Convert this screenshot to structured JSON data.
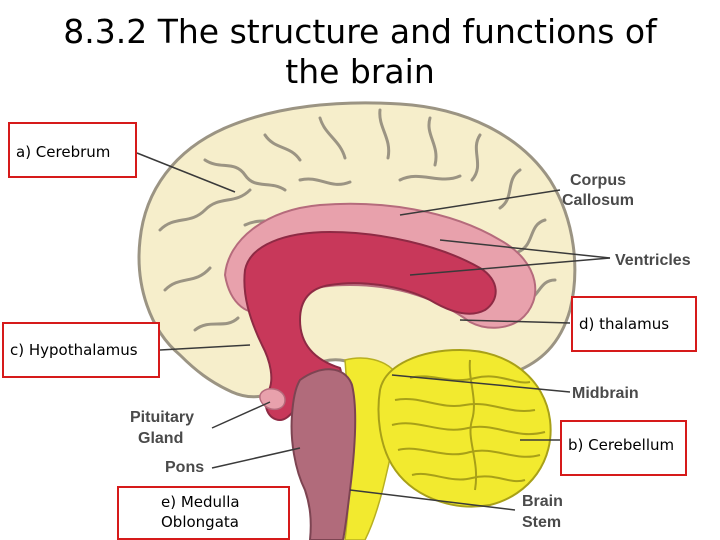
{
  "title": {
    "line1": "8.3.2 The structure and functions of",
    "line2": "the brain"
  },
  "labels": {
    "cerebrum": "a) Cerebrum",
    "cerebellum": "b) Cerebellum",
    "hypothalamus": "c) Hypothalamus",
    "thalamus": "d) thalamus",
    "medulla_line1": "e) Medulla",
    "medulla_line2": "Oblongata"
  },
  "image_labels": {
    "corpus_line1": "Corpus",
    "corpus_line2": "Callosum",
    "ventricles": "Ventricles",
    "midbrain": "Midbrain",
    "pituitary_line1": "Pituitary",
    "pituitary_line2": "Gland",
    "pons": "Pons",
    "brainstem_line1": "Brain",
    "brainstem_line2": "Stem"
  },
  "colors": {
    "label_border": "#d61a1a",
    "cerebrum_fill": "#f6eecb",
    "gyri_stroke": "#9b9483",
    "cerebellum_fill": "#f2ea2f",
    "ventricle_fill": "#e8a1ac",
    "thalamus_fill": "#c8385a",
    "brainstem_fill": "#b16b7b"
  }
}
